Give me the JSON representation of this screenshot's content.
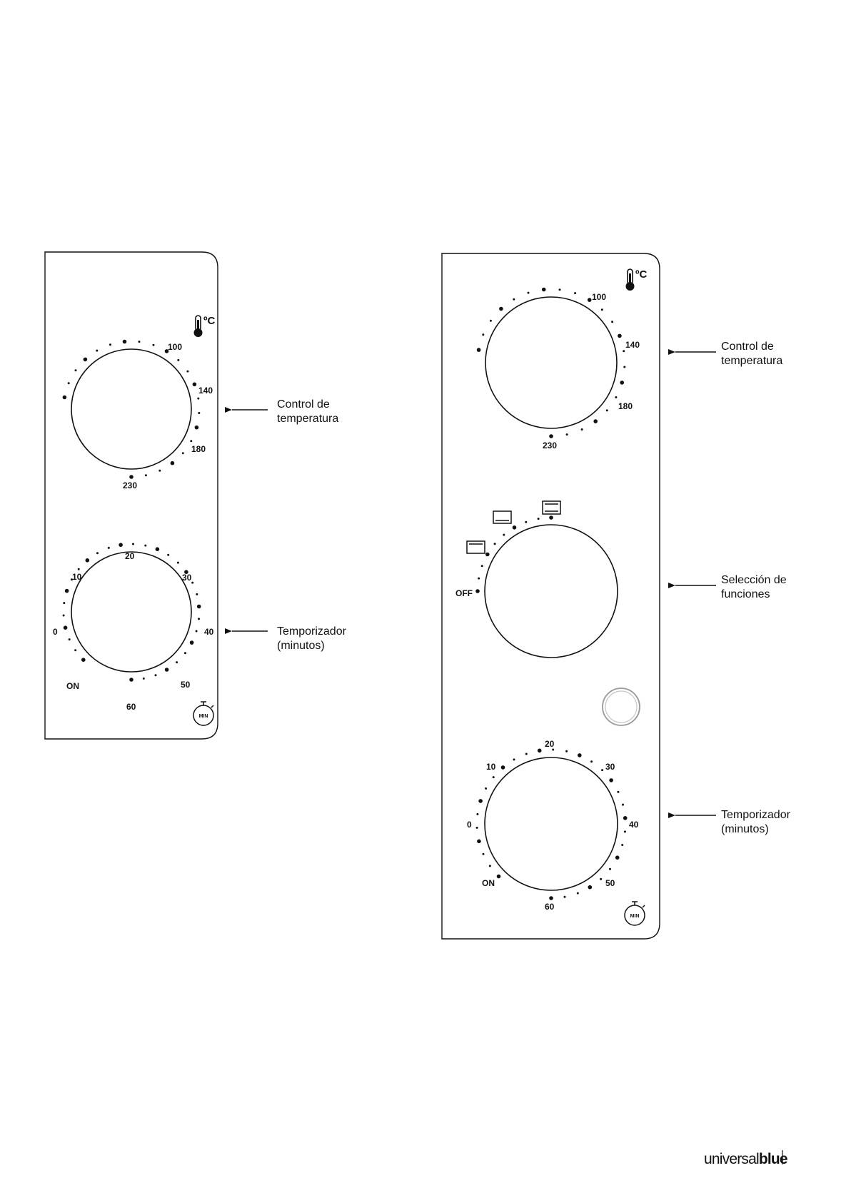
{
  "left_panel": {
    "temperature_dial": {
      "unit": "ºC",
      "labels": [
        "100",
        "140",
        "180",
        "230"
      ]
    },
    "timer_dial": {
      "labels": [
        "20",
        "10",
        "30",
        "0",
        "40",
        "ON",
        "50",
        "60"
      ],
      "timer_icon_text": "MIN"
    },
    "callouts": {
      "temperature": [
        "Control de",
        "temperatura"
      ],
      "timer": [
        "Temporizador",
        "(minutos)"
      ]
    }
  },
  "right_panel": {
    "temperature_dial": {
      "unit": "ºC",
      "labels": [
        "100",
        "140",
        "180",
        "230"
      ]
    },
    "function_dial": {
      "labels": [
        "OFF"
      ],
      "function_icons": [
        "top-element-icon",
        "bottom-element-icon",
        "top-bottom-element-icon"
      ]
    },
    "timer_dial": {
      "labels": [
        "20",
        "10",
        "30",
        "0",
        "40",
        "ON",
        "50",
        "60"
      ],
      "timer_icon_text": "MIN"
    },
    "callouts": {
      "temperature": [
        "Control de",
        "temperatura"
      ],
      "functions": [
        "Selección de",
        "funciones"
      ],
      "timer": [
        "Temporizador",
        "(minutos)"
      ]
    }
  },
  "brand": {
    "regular": "universal",
    "bold": "blue"
  }
}
